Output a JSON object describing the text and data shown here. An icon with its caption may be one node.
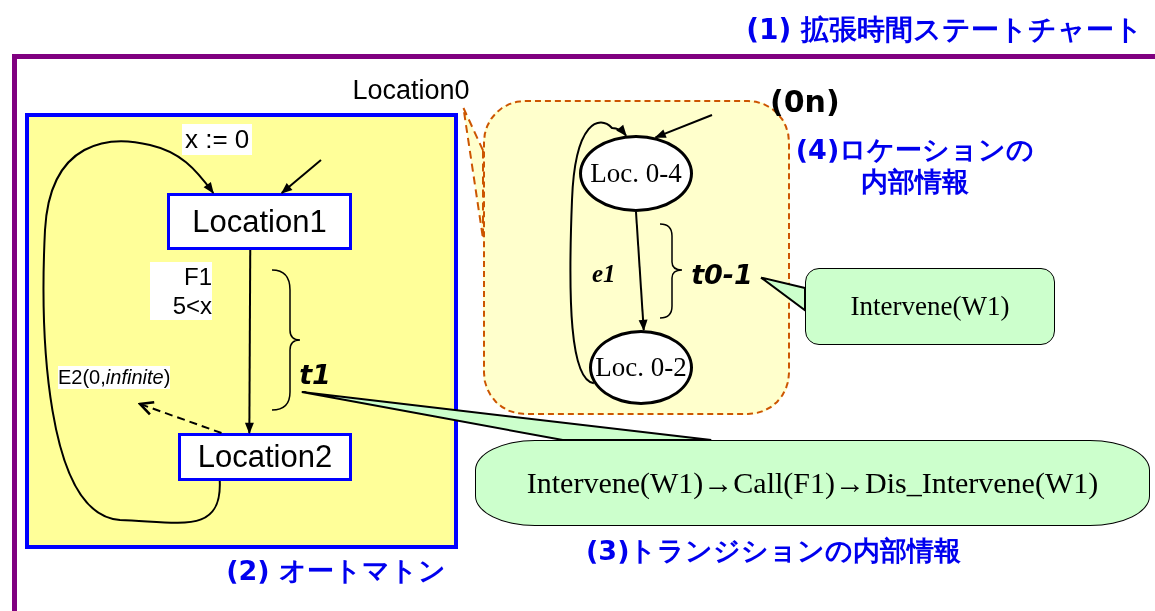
{
  "diagram": {
    "nodes": [
      {
        "text": [
          "(1) 拡張時間ステートチャート"
        ]
      },
      {
        "text": [
          "(2) オートマトン"
        ],
        "in": 0
      },
      {
        "text": [
          "Location1"
        ],
        "in": 1
      },
      {
        "text": [
          "Location2"
        ],
        "in": 1
      },
      {
        "text": [
          "Location0"
        ],
        "in": 0
      },
      {
        "text": [
          "(4)ロケーションの内部情報"
        ],
        "beside": [
          "(0n)"
        ],
        "in": 0
      },
      {
        "text": [
          "Loc. 0-4"
        ],
        "in": 5
      },
      {
        "text": [
          "Loc. 0-2"
        ],
        "in": 5
      },
      {
        "text": [
          "Intervene(W1)"
        ],
        "in": 0
      },
      {
        "text": [
          "Intervene(W1)→Call(F1)→Dis_Intervene(W1)",
          "(3)トランジションの内部情報"
        ],
        "in": 0
      },
      {
        "text": [
          "t1"
        ],
        "in": 1
      },
      {
        "text": [
          "t0-1"
        ],
        "in": 5
      }
    ],
    "edges": [
      {
        "from": 3,
        "to": 2,
        "arrow": "to",
        "label": "x := 0"
      },
      {
        "from": null,
        "to": 2,
        "arrow": "to"
      },
      {
        "from": 2,
        "to": 3,
        "arrow": "to",
        "label": "F1 5<x"
      },
      {
        "from": 3,
        "to": null,
        "arrow": "to",
        "style": "dashed",
        "label": "E2(0,*infinite*)"
      },
      {
        "from": 5,
        "to": 4,
        "arrow": "none",
        "style": "dashed",
        "color": "#cc5500"
      },
      {
        "from": null,
        "to": 6,
        "arrow": "to"
      },
      {
        "from": 7,
        "to": 6,
        "arrow": "to"
      },
      {
        "from": 6,
        "to": 7,
        "arrow": "to",
        "label": "e1"
      },
      {
        "from": 8,
        "to": 11,
        "arrow": "none"
      },
      {
        "from": 9,
        "to": 10,
        "arrow": "none"
      }
    ]
  }
}
